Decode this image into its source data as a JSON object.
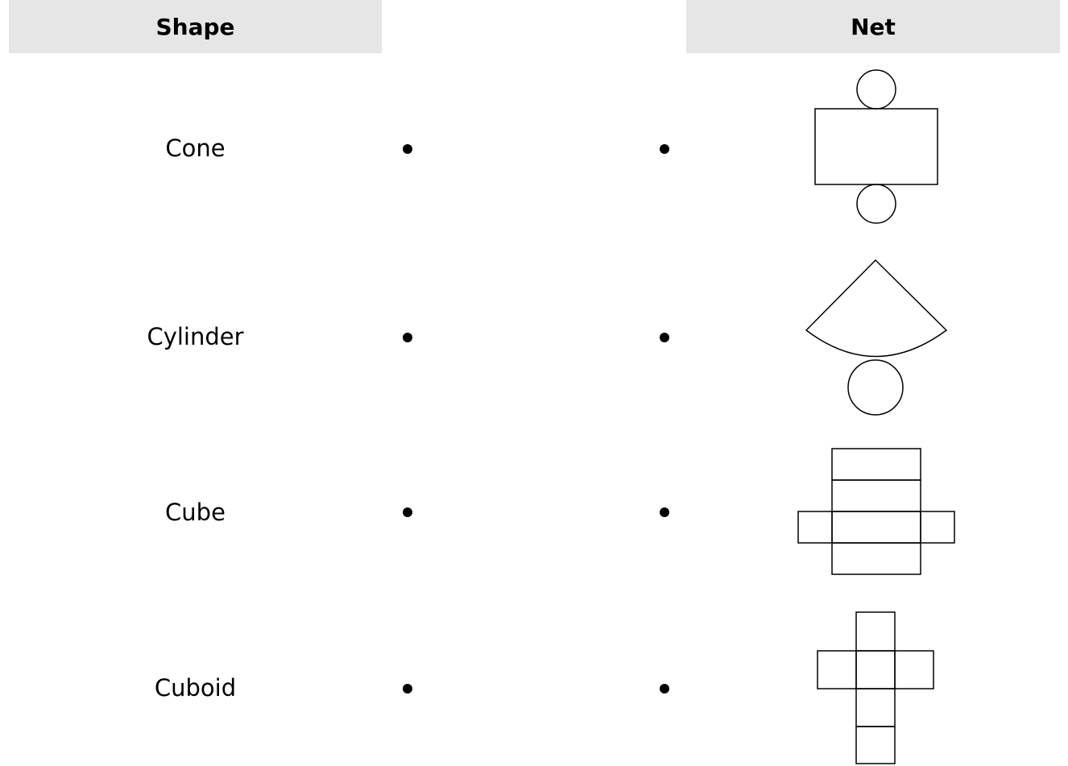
{
  "headers": {
    "shape": "Shape",
    "net": "Net"
  },
  "shapes": [
    {
      "label": "Cone"
    },
    {
      "label": "Cylinder"
    },
    {
      "label": "Cube"
    },
    {
      "label": "Cuboid"
    }
  ],
  "nets": [
    {
      "name": "cylinder-net-rectangle-two-circles"
    },
    {
      "name": "cone-net-sector-circle"
    },
    {
      "name": "cuboid-net-rectangles-cross"
    },
    {
      "name": "cube-net-squares-cross"
    }
  ],
  "colors": {
    "header_background": "#e6e6e6",
    "ink": "#000000"
  }
}
